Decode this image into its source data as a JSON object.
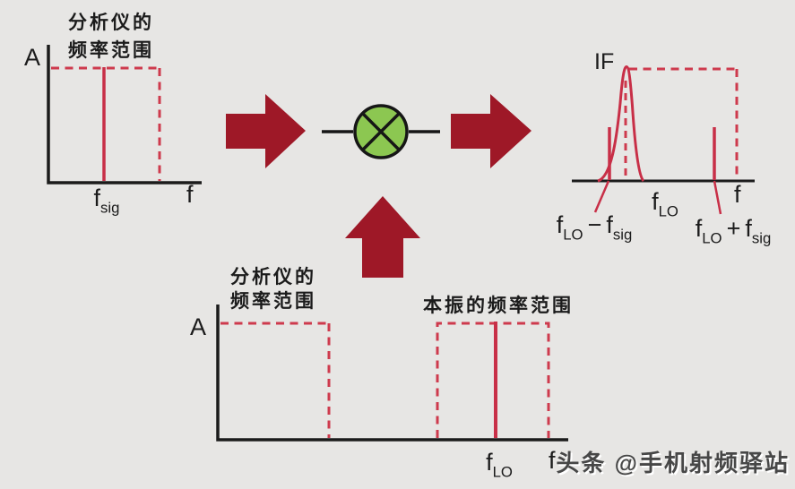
{
  "colors": {
    "background": "#E7E6E4",
    "axis_black": "#1B1B1B",
    "dashed_red": "#CE3A4D",
    "signal_red": "#C82F47",
    "arrow_dark_red": "#9E1827",
    "mixer_green": "#8CC751",
    "watermark_gray": "#474747"
  },
  "symbols": {
    "amplitude": "A",
    "frequency": "f",
    "sig_sub": "sig",
    "lo_sub": "LO",
    "minus": "−",
    "plus": "+",
    "if": "IF"
  },
  "labels": {
    "analyzer_range_line1": "分析仪的",
    "analyzer_range_line2": "频率范围",
    "lo_range": "本振的频率范围",
    "watermark": "头条 @手机射频驿站"
  }
}
